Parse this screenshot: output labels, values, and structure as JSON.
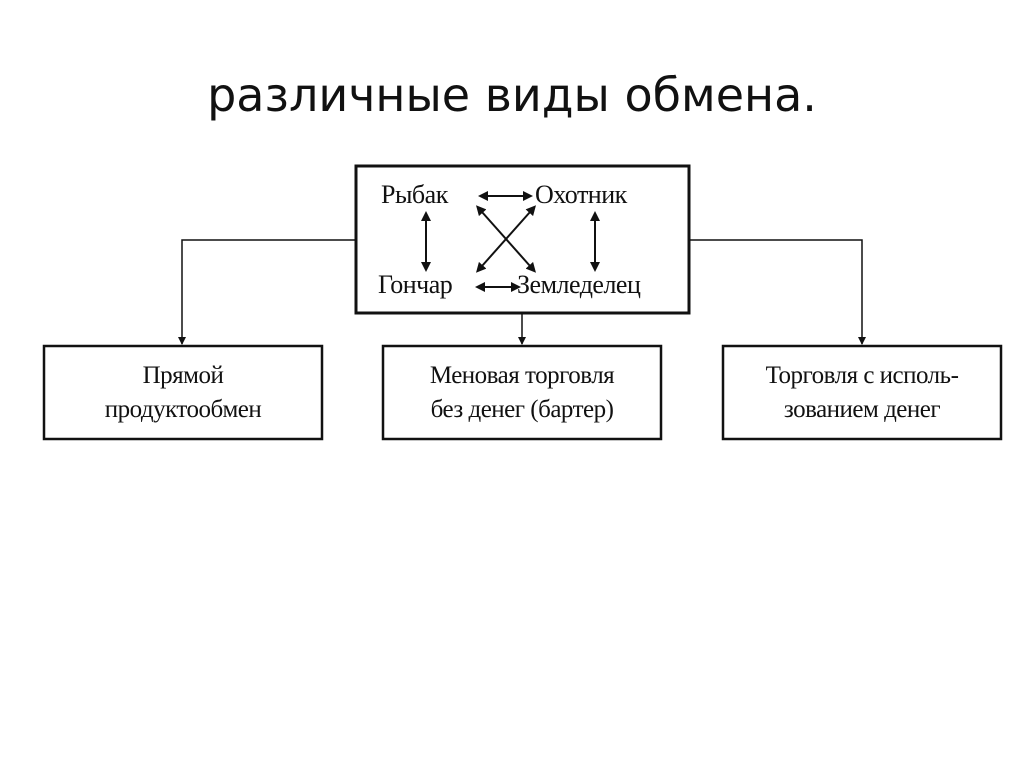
{
  "slide": {
    "title": "различные виды обмена."
  },
  "participants": {
    "fisher": "Рыбак",
    "hunter": "Охотник",
    "potter": "Гончар",
    "farmer": "Земледелец"
  },
  "types": [
    {
      "line1": "Прямой",
      "line2": "продуктообмен"
    },
    {
      "line1": "Меновая торговля",
      "line2": "без денег (бартер)"
    },
    {
      "line1": "Торговля с исполь-",
      "line2": "зованием денег"
    }
  ]
}
